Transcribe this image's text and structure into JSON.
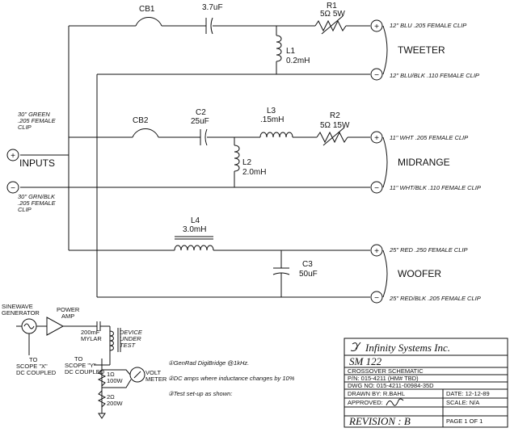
{
  "components": {
    "cb1": "CB1",
    "c1": "3.7uF",
    "r1_name": "R1",
    "r1_val": "5Ω 5W",
    "l1_name": "L1",
    "l1_val": "0.2mH",
    "cb2": "CB2",
    "c2_name": "C2",
    "c2_val": "25uF",
    "l3_name": "L3",
    "l3_val": ".15mH",
    "r2_name": "R2",
    "r2_val": "5Ω 15W",
    "l2_name": "L2",
    "l2_val": "2.0mH",
    "l4_name": "L4",
    "l4_val": "3.0mH",
    "c3_name": "C3",
    "c3_val": "50uF"
  },
  "outputs": {
    "tweeter": "TWEETER",
    "midrange": "MIDRANGE",
    "woofer": "WOOFER",
    "plus": "+",
    "minus": "−"
  },
  "clips": {
    "tw_pos": "12\" BLU .205 FEMALE CLIP",
    "tw_neg": "12\" BLU/BLK .110 FEMALE CLIP",
    "mid_pos": "11\" WHT .205 FEMALE CLIP",
    "mid_neg": "11\" WHT/BLK .110 FEMALE CLIP",
    "wf_pos": "25\" RED .250 FEMALE CLIP",
    "wf_neg": "25\" RED/BLK .205 FEMALE CLIP"
  },
  "inputs": {
    "label": "INPUTS",
    "pos_l1": "30\" GREEN",
    "pos_l2": ".205 FEMALE",
    "pos_l3": "CLIP",
    "neg_l1": "30\" GRN/BLK",
    "neg_l2": ".205 FEMALE",
    "neg_l3": "CLIP"
  },
  "test_setup": {
    "sine_l1": "SINEWAVE",
    "sine_l2": "GENERATOR",
    "amp_l1": "POWER",
    "amp_l2": "AMP",
    "cap_l1": "200mF",
    "cap_l2": "MYLAR",
    "dut_l1": "DEVICE",
    "dut_l2": "UNDER",
    "dut_l3": "TEST",
    "scope_x_l1": "TO",
    "scope_x_l2": "SCOPE \"X\"",
    "scope_x_l3": "DC COUPLED",
    "scope_y_l1": "TO",
    "scope_y_l2": "SCOPE \"Y\"",
    "scope_y_l3": "DC COUPLED",
    "r_a1": "1Ω",
    "r_a2": "100W",
    "r_b1": "2Ω",
    "r_b2": "200W",
    "volt_l1": "VOLT",
    "volt_l2": "METER"
  },
  "notes": [
    "①GenRad DigiBridge @1kHz.",
    "②DC amps where inductance changes by 10%",
    "③Test set-up as shown:"
  ],
  "title_block": {
    "company": "Infinity Systems Inc.",
    "model": "SM 122",
    "title": "CROSSOVER SCHEMATIC",
    "pn": "P/N: 015-4211 (HM# TBD)",
    "dwg": "DWG NO: 015-4211-00984-35D",
    "drawn": "DRAWN BY: R.BAHL",
    "date": "DATE: 12-12-89",
    "approved": "APPROVED:",
    "scale": "SCALE: N/A",
    "revision": "REVISION : B",
    "page": "PAGE 1 OF 1"
  }
}
